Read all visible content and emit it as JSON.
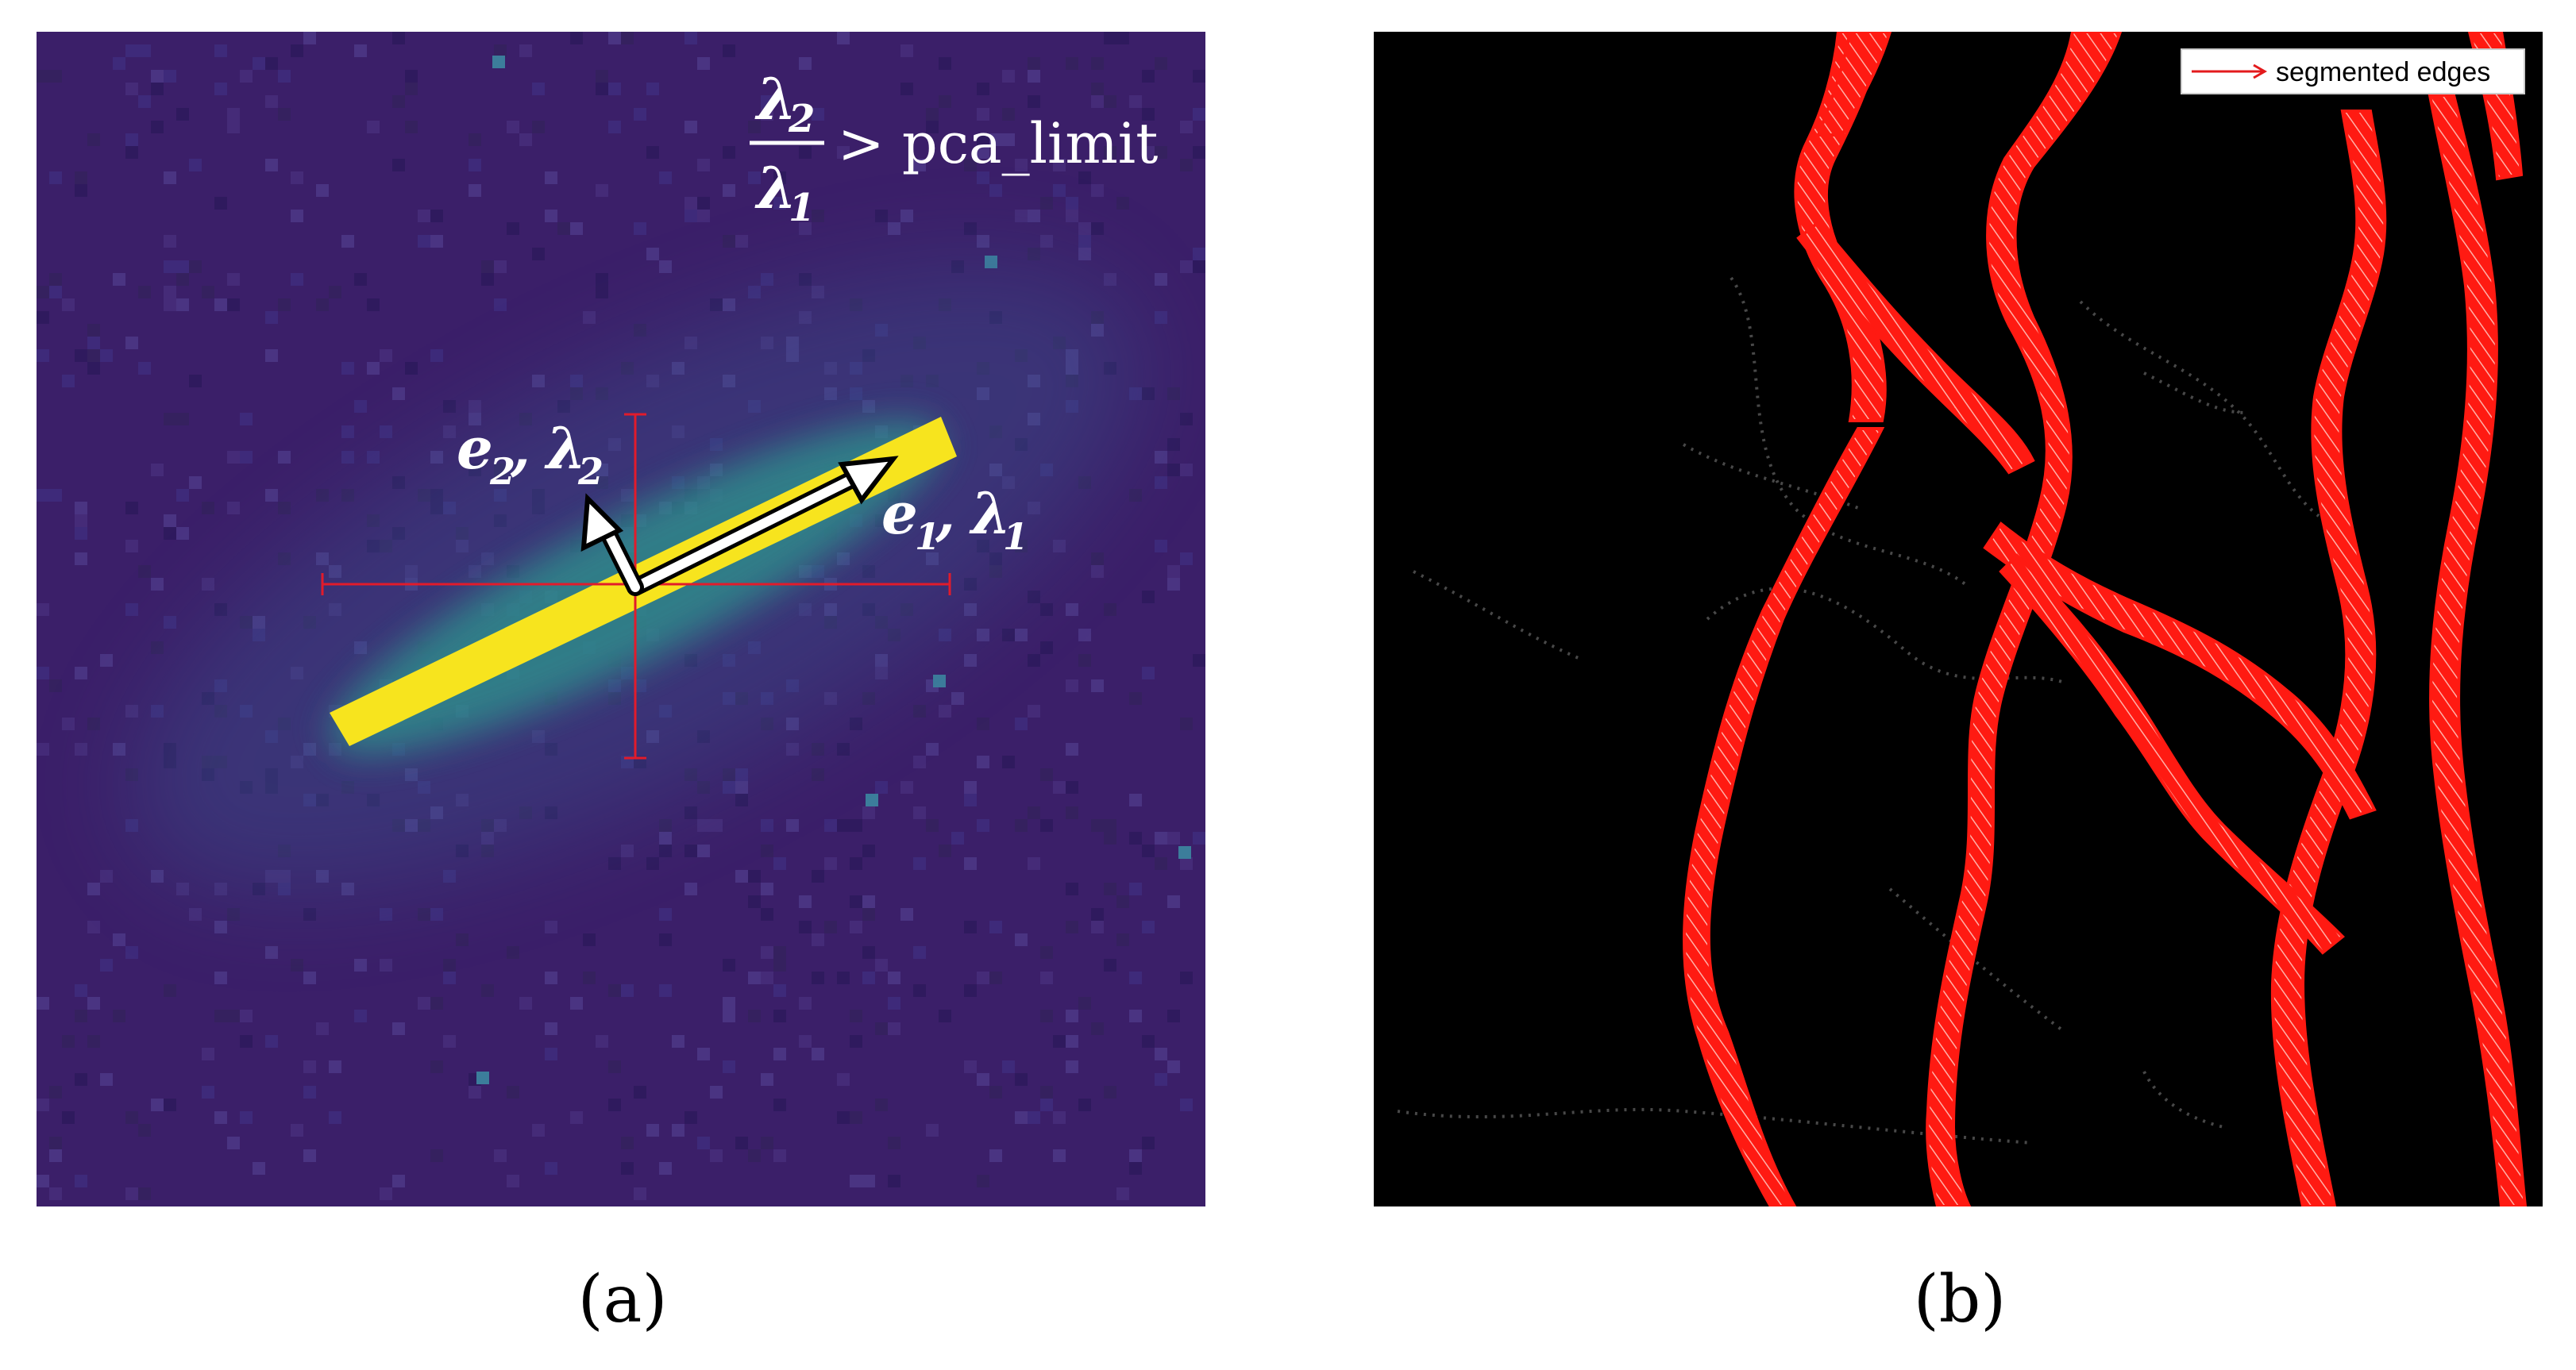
{
  "panel_a": {
    "label": "(a)",
    "formula": {
      "numerator": "λ",
      "numerator_sub": "2",
      "denominator": "λ",
      "denominator_sub": "1",
      "relation": "> pca_limit"
    },
    "vector_e1": {
      "symbol": "e",
      "sub": "1",
      "sep": ", ",
      "lambda": "λ",
      "lambda_sub": "1"
    },
    "vector_e2": {
      "symbol": "e",
      "sub": "2",
      "sep": ", ",
      "lambda": "λ",
      "lambda_sub": "2"
    },
    "colors": {
      "background": "#3b1f69",
      "cluster": "#f7e41e",
      "halo": "#3c7d9b",
      "crosshair": "#e21b2b",
      "arrow": "#ffffff"
    }
  },
  "panel_b": {
    "label": "(b)",
    "legend": "segmented edges",
    "colors": {
      "background": "#000000",
      "edges": "#ff1a12",
      "legend_line": "#e31a1c"
    }
  }
}
